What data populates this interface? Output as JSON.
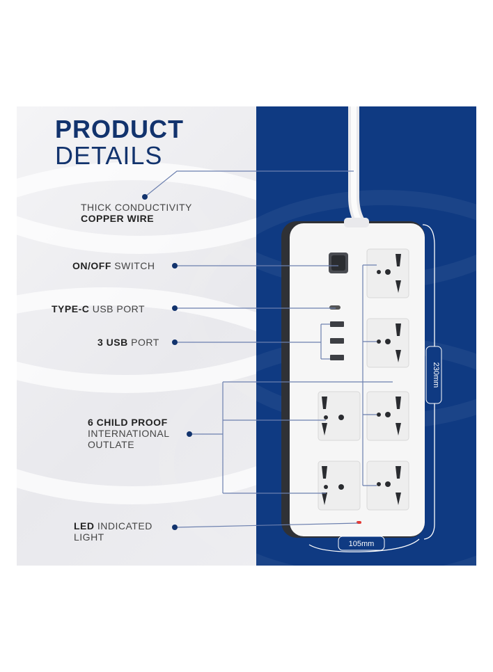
{
  "title": {
    "line1": "PRODUCT",
    "line2": "DETAILS"
  },
  "labels": {
    "wire": {
      "bold": "COPPER WIRE",
      "plain": "THICK CONDUCTIVITY"
    },
    "switch": {
      "bold": "ON/OFF",
      "plain": " SWITCH"
    },
    "typec": {
      "bold": "TYPE-C",
      "plain": " USB PORT"
    },
    "usb": {
      "bold": "3 USB",
      "plain": " PORT"
    },
    "outlet": {
      "bold": "6 CHILD PROOF",
      "plain1": "INTERNATIONAL",
      "plain2": "OUTLATE"
    },
    "led": {
      "bold": "LED",
      "plain1": " INDICATED",
      "plain2": "LIGHT"
    }
  },
  "dimensions": {
    "height": "230mm",
    "width": "105mm"
  },
  "colors": {
    "brand": "#12336d",
    "panel": "#0f3a82",
    "strip": "#f6f6f6",
    "indicator": "#e53935"
  }
}
